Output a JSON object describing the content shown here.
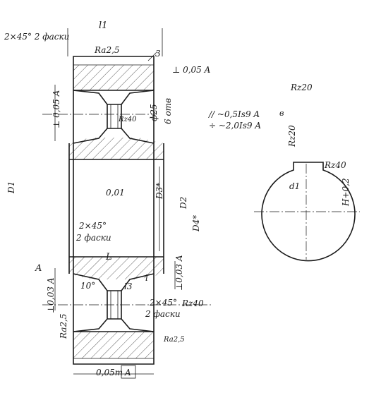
{
  "labels": {
    "l1": "l1",
    "chamfer_top": "2×45° 2 фаски",
    "ra_top": "Ra2,5",
    "leader_3": "3",
    "perp_top": "⊥ 0,05  A",
    "rz20_top": "Rz20",
    "perp_left": "⊥ 0,05 A",
    "rz40_web": "Rz40",
    "phi25": "ф25",
    "six_holes": "6 отв",
    "parallel_tol": "// ~0,5Is9  A",
    "symmetry_tol": "÷ ~2,0Is9  A",
    "small_v": "в",
    "rz20_key": "Rz20",
    "rz40_key": "Rz40",
    "d1_label": "D1",
    "d1_hub": "d1",
    "h_label": "H+0,2",
    "d2_label": "D2",
    "d3_label": "D3*",
    "d4_label": "D4*",
    "tolerance_001": "0,01",
    "chamfer_mid": "2×45°",
    "chamfer_mid2": "2 фаски",
    "l_label": "L",
    "a_label": "A",
    "angle_10": "10°",
    "l3_label": "l3",
    "l_small": "l",
    "perp_right": "⊥0,03 A",
    "perp_bottom_left": "⊥0,03 A",
    "chamfer_bottom": "2×45°",
    "chamfer_bottom2": "2 фаски",
    "rz40_bottom": "Rz40",
    "ra_bottom_left": "Ra2,5",
    "ra_bottom_right": "Ra2,5",
    "runout": "0,05т",
    "datum_box": "A"
  }
}
